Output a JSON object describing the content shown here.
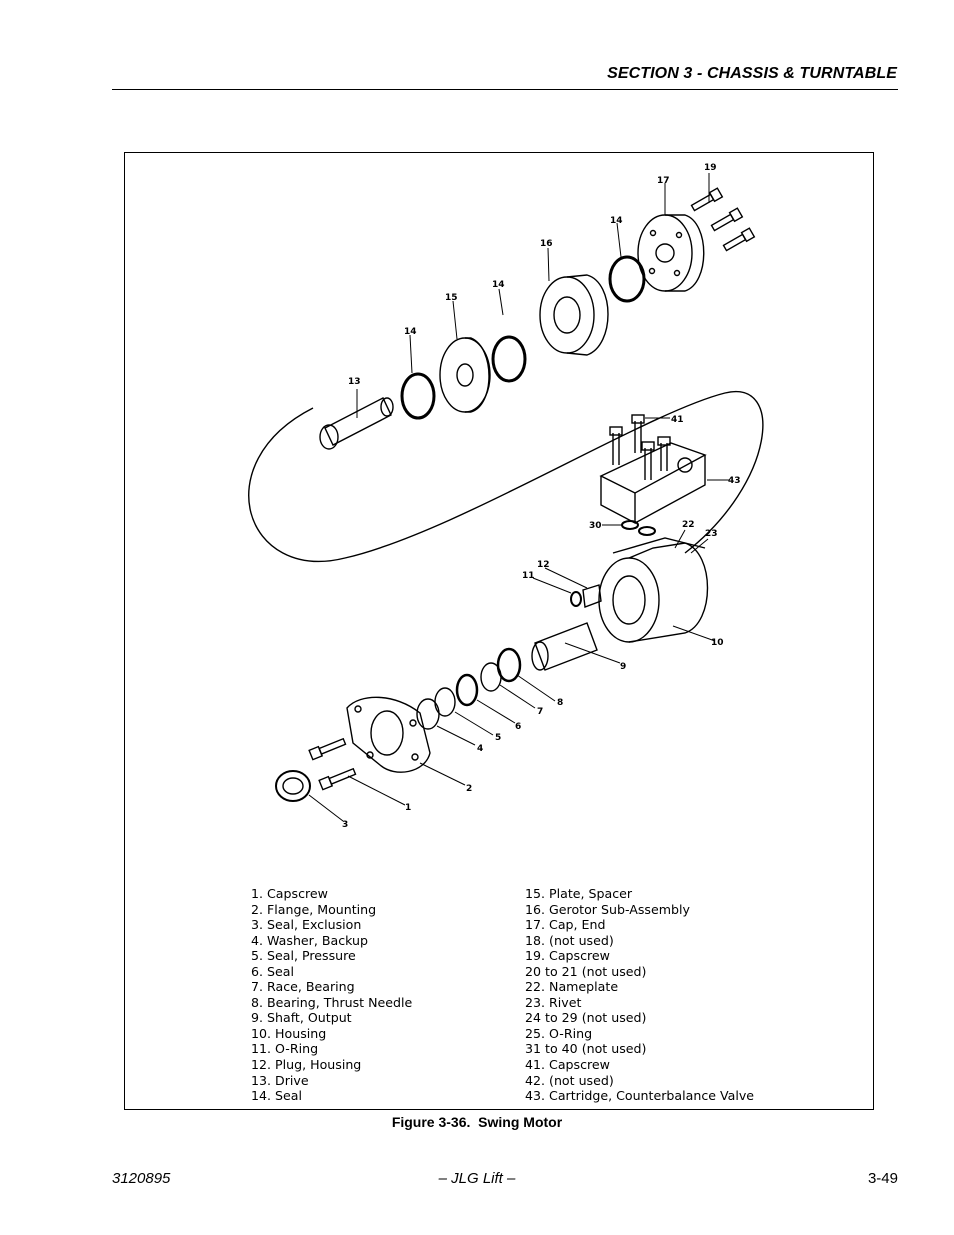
{
  "header": {
    "section_title": "SECTION 3 - CHASSIS & TURNTABLE"
  },
  "figure": {
    "caption": "Figure 3-36.  Swing Motor",
    "callouts": [
      "19",
      "17",
      "14",
      "16",
      "14",
      "15",
      "14",
      "13",
      "41",
      "43",
      "30",
      "22",
      "23",
      "12",
      "11",
      "10",
      "9",
      "8",
      "7",
      "6",
      "5",
      "4",
      "2",
      "1",
      "3"
    ],
    "legend_left": [
      "1.  Capscrew",
      "2.  Flange, Mounting",
      "3.  Seal, Exclusion",
      "4.  Washer, Backup",
      "5.  Seal, Pressure",
      "6.  Seal",
      "7.  Race, Bearing",
      "8.  Bearing, Thrust Needle",
      "9.  Shaft, Output",
      "10. Housing",
      "11. O-Ring",
      "12. Plug, Housing",
      "13. Drive",
      "14. Seal"
    ],
    "legend_right": [
      "15. Plate, Spacer",
      "16. Gerotor Sub-Assembly",
      "17. Cap, End",
      "18. (not used)",
      "19. Capscrew",
      "20 to 21 (not used)",
      "22. Nameplate",
      "23. Rivet",
      "24 to 29 (not used)",
      "25. O-Ring",
      "31 to 40 (not used)",
      "41. Capscrew",
      "42. (not used)",
      "43. Cartridge, Counterbalance Valve"
    ]
  },
  "footer": {
    "doc_number": "3120895",
    "brand": "– JLG Lift –",
    "page_number": "3-49"
  }
}
